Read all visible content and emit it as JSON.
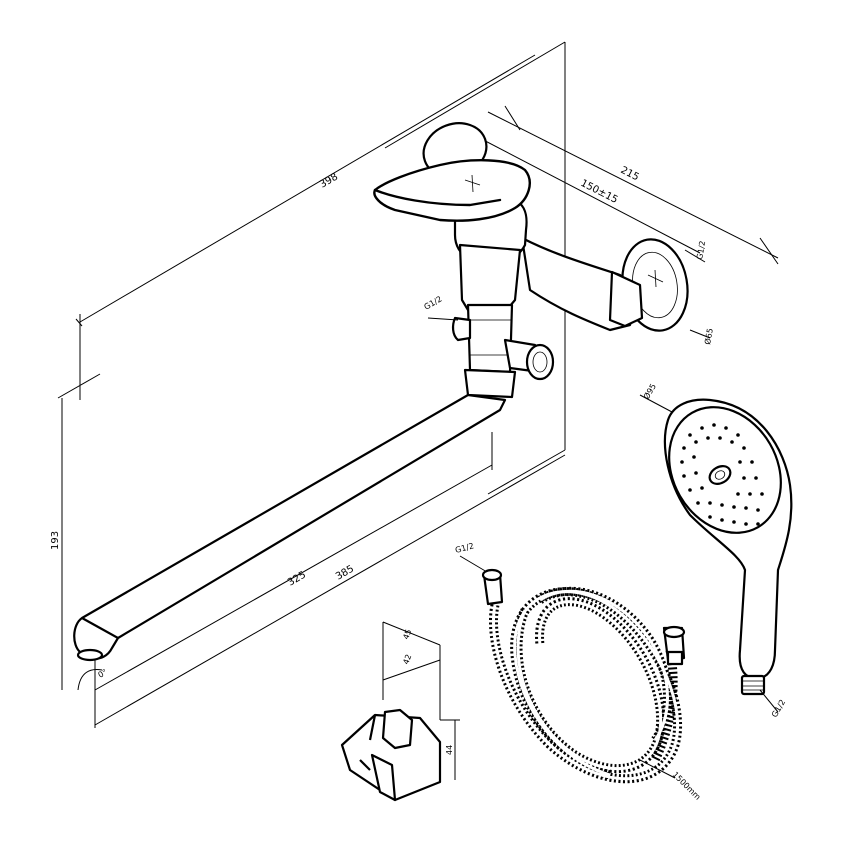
{
  "dimensions": {
    "overall_length": "398",
    "wall_spacing": "215",
    "center_distance": "150±15",
    "inlet_thread": "G1/2",
    "side_outlet_thread": "G1/2",
    "flange_diameter": "Ø65",
    "spout_height": "193",
    "spout_reach_inner": "325",
    "spout_reach_outer": "385",
    "swivel_angle": "0°",
    "shower_head_diameter": "Ø95",
    "shower_head_thread": "G1/2",
    "hose_thread": "G1/2",
    "hose_length": "1500mm",
    "holder_width_outer": "45",
    "holder_width_inner": "42",
    "holder_height": "44"
  }
}
